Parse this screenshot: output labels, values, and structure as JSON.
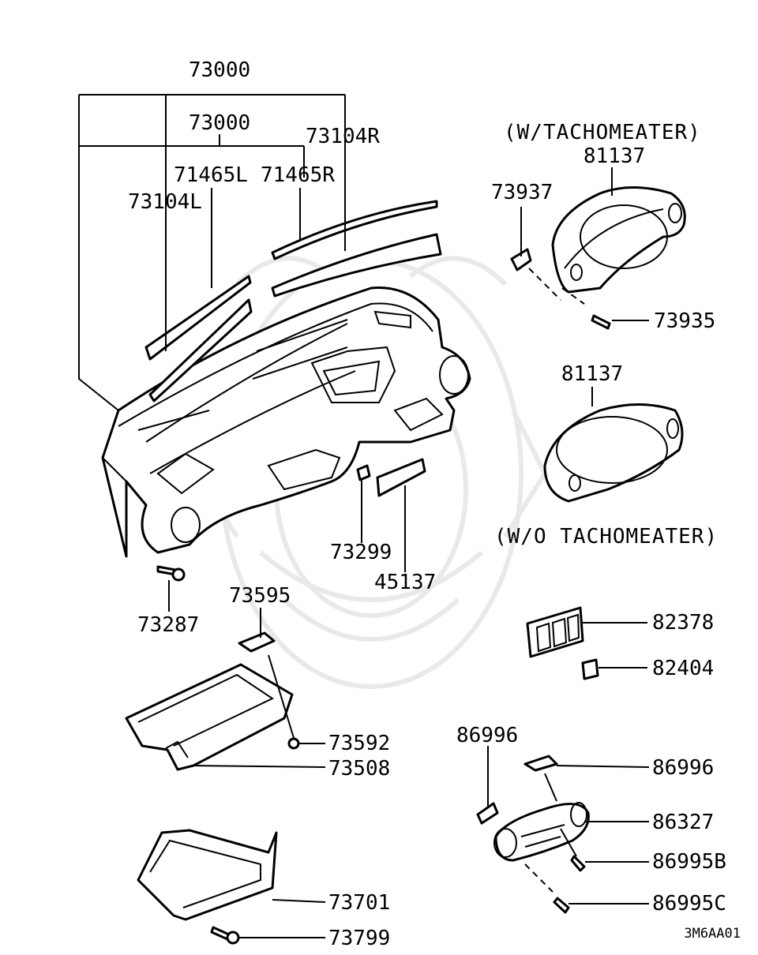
{
  "notes": {
    "with_tach": "(W/TACHOMEATER)",
    "without_tach": "(W/O TACHOMEATER)"
  },
  "labels": {
    "p73000_outer": "73000",
    "p73000_inner": "73000",
    "p73104R": "73104R",
    "p71465L": "71465L",
    "p71465R": "71465R",
    "p73104L": "73104L",
    "p81137_top": "81137",
    "p73937": "73937",
    "p73935": "73935",
    "p81137_mid": "81137",
    "p73299": "73299",
    "p45137": "45137",
    "p73287": "73287",
    "p73595": "73595",
    "p82378": "82378",
    "p82404": "82404",
    "p73592": "73592",
    "p73508": "73508",
    "p86996_left": "86996",
    "p86996_right": "86996",
    "p86327": "86327",
    "p86995B": "86995B",
    "p86995C": "86995C",
    "p73701": "73701",
    "p73799": "73799"
  },
  "diagram_code": "3M6AA01"
}
